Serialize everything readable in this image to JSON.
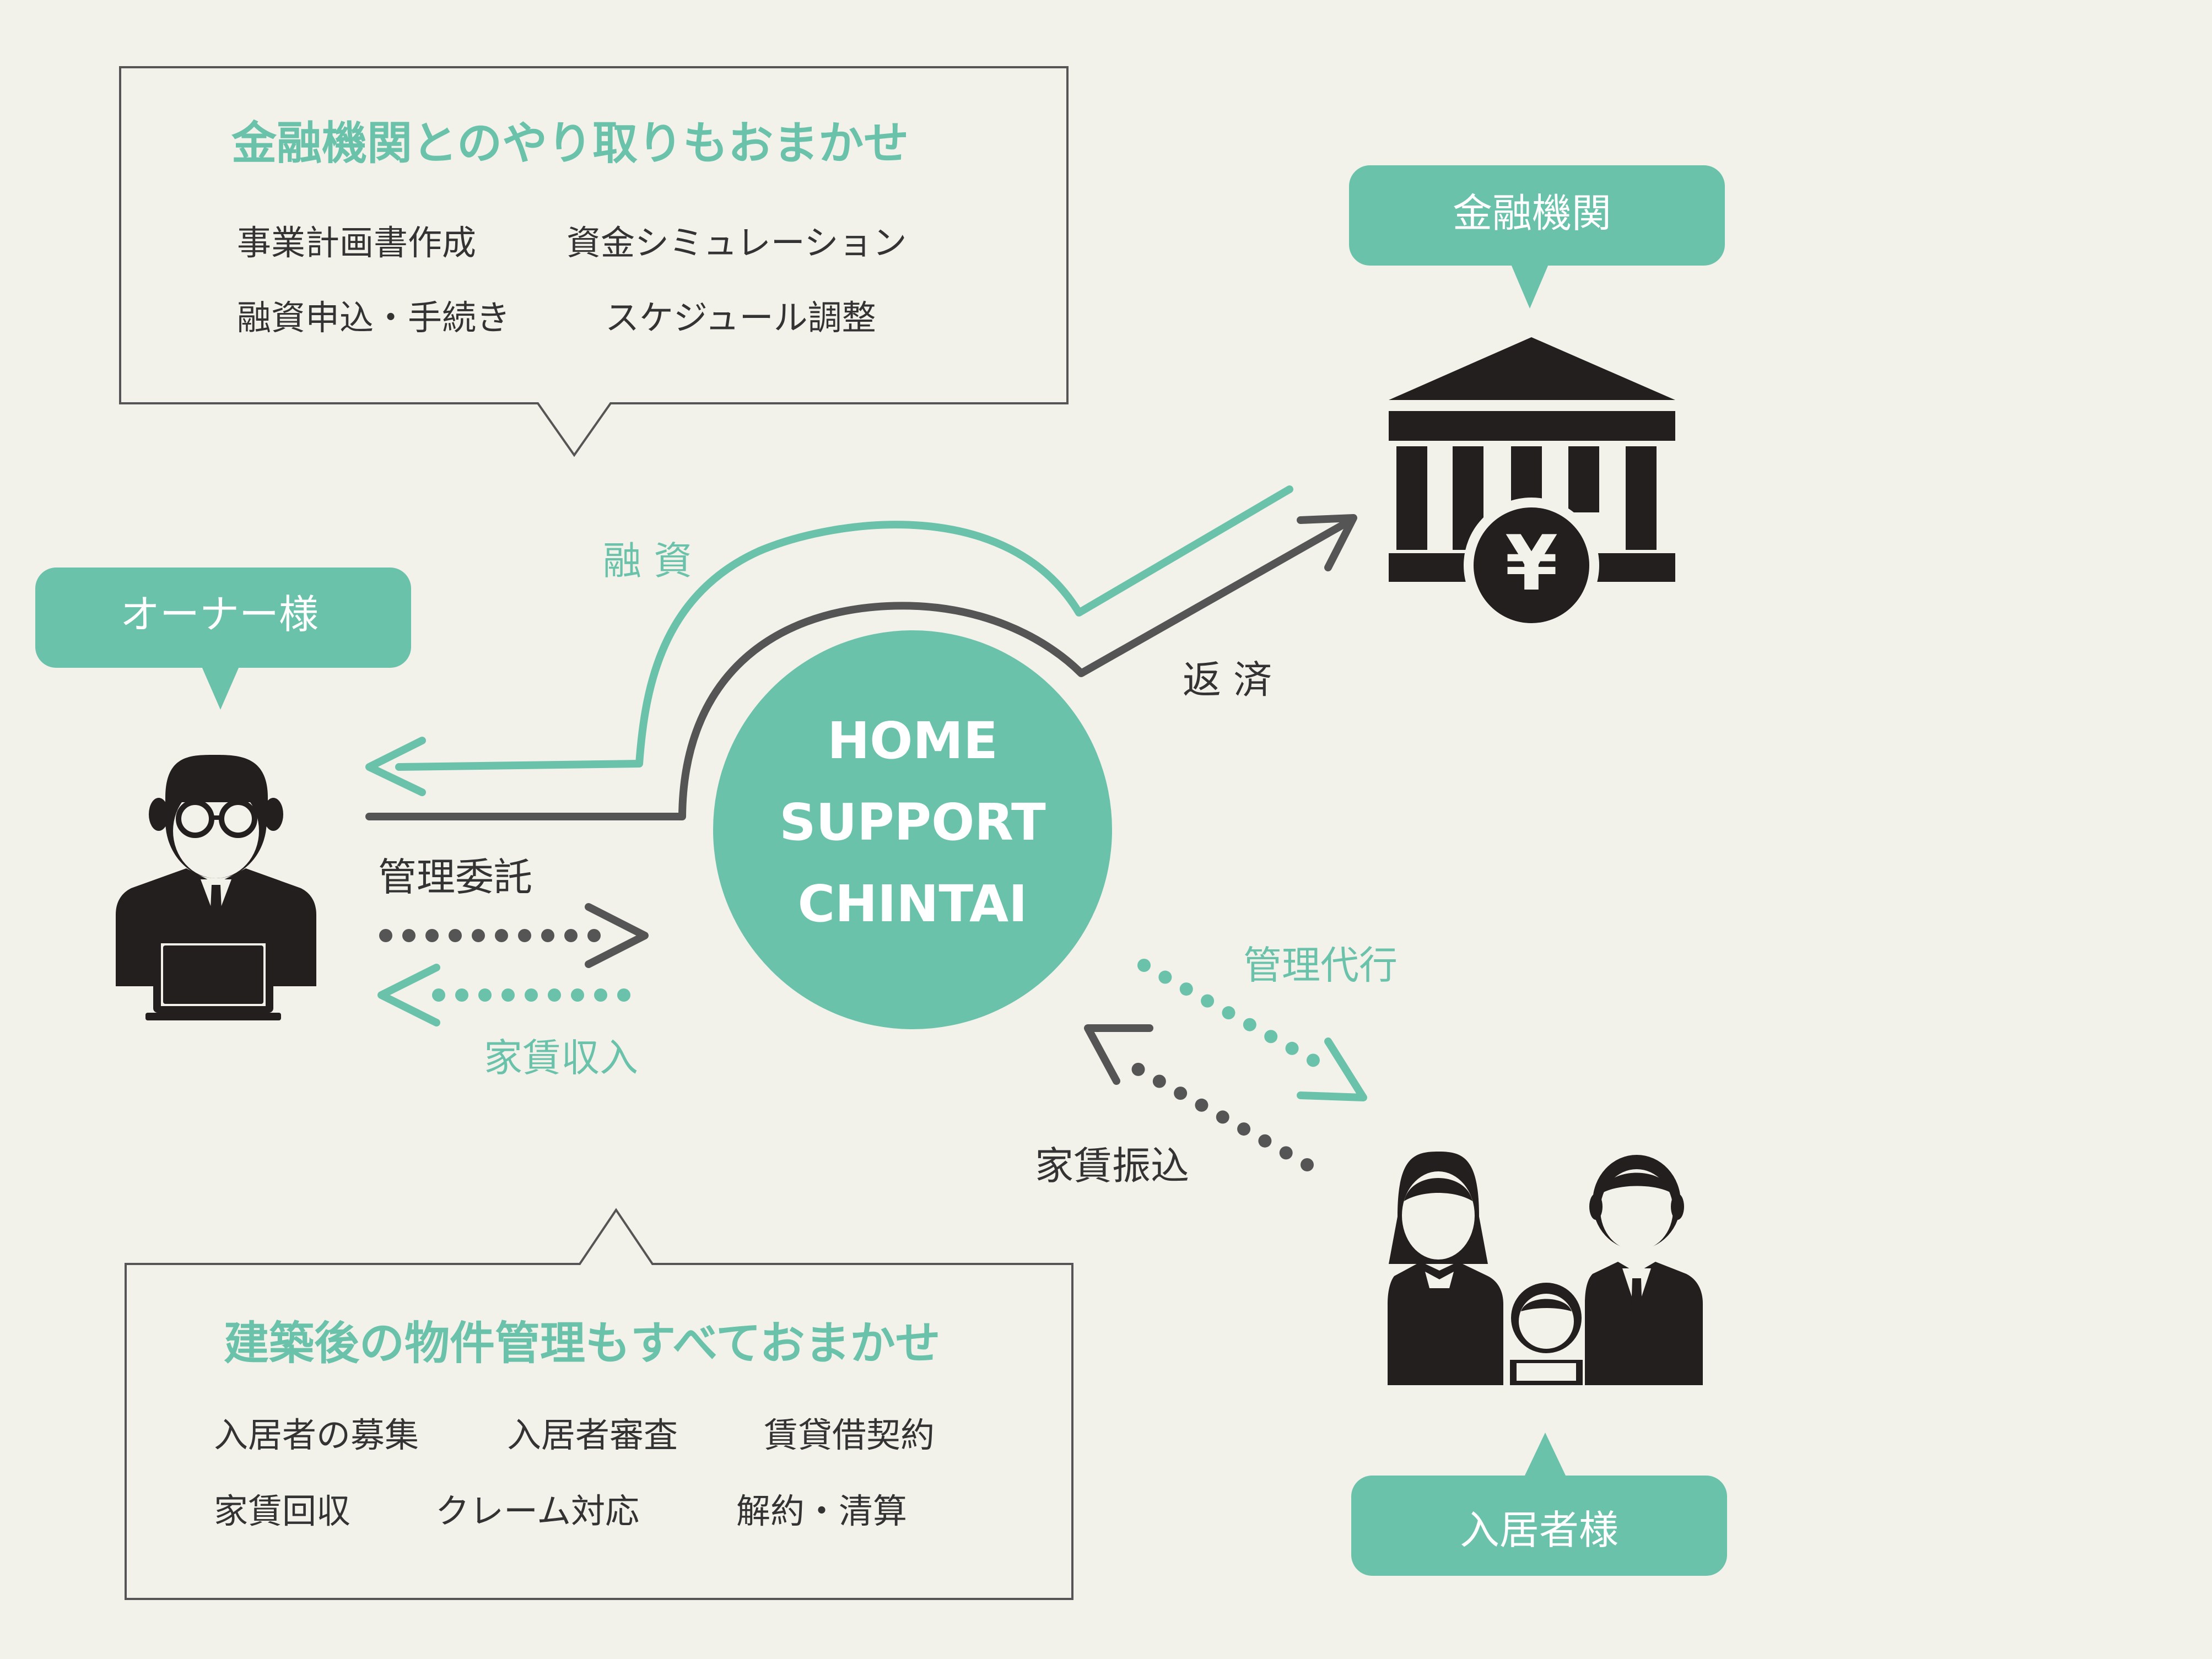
{
  "colors": {
    "background": "#f3f2ea",
    "accent": "#6bc2ab",
    "dark": "#231f1f",
    "gray_line": "#555555",
    "body_text": "#333333",
    "box_border": "#555555"
  },
  "top_box": {
    "title": "金融機関とのやり取りもおまかせ",
    "items": [
      "事業計画書作成",
      "資金シミュレーション",
      "融資申込・手続き",
      "スケジュール調整"
    ]
  },
  "bottom_box": {
    "title": "建築後の物件管理もすべておまかせ",
    "items": [
      "入居者の募集",
      "入居者審査",
      "賃貸借契約",
      "家賃回収",
      "クレーム対応",
      "解約・清算"
    ]
  },
  "nodes": {
    "owner": {
      "label": "オーナー様",
      "icon": "businessman-laptop-icon"
    },
    "bank": {
      "label": "金融機関",
      "icon": "bank-yen-icon",
      "yen": "¥"
    },
    "tenant": {
      "label": "入居者様",
      "icon": "family-icon"
    },
    "center": {
      "lines": [
        "HOME",
        "SUPPORT",
        "CHINTAI"
      ]
    }
  },
  "flows": {
    "loan": "融 資",
    "repayment": "返 済",
    "management_consignment": "管理委託",
    "rent_income": "家賃収入",
    "management_agency": "管理代行",
    "rent_transfer": "家賃振込"
  }
}
